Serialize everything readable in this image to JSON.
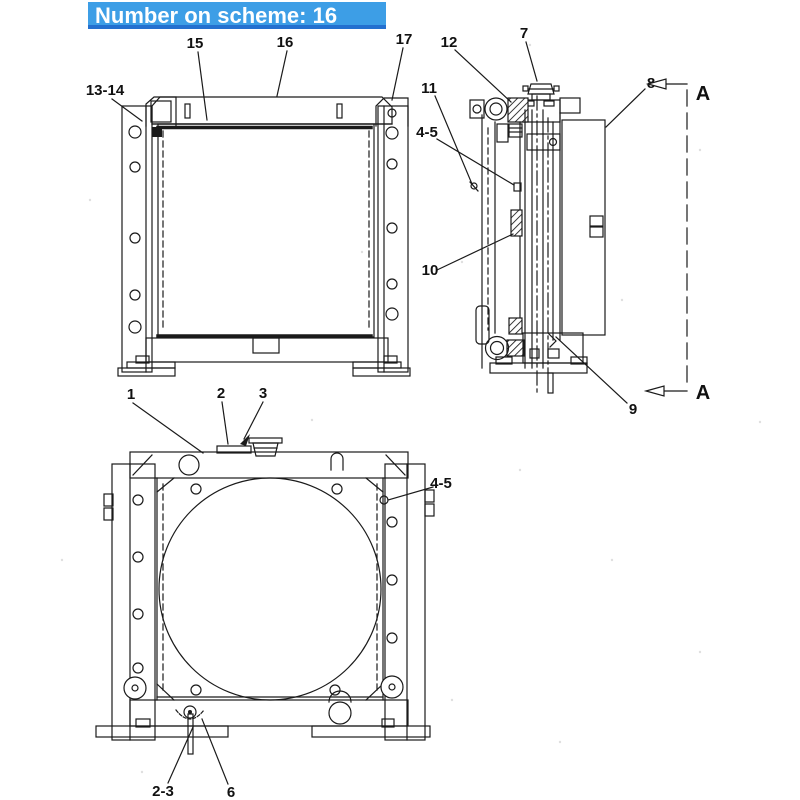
{
  "title": {
    "text": "Number on scheme: 16"
  },
  "colors": {
    "title_bg": "#3d9ee6",
    "title_underline": "#2470cf",
    "title_fg": "#ffffff",
    "line": "#1a1a1a",
    "background": "#ffffff"
  },
  "callouts": {
    "front_top": {
      "c13_14": "13-14",
      "c15": "15",
      "c16": "16",
      "c17": "17"
    },
    "side": {
      "c12": "12",
      "c7": "7",
      "c8": "8",
      "c11": "11",
      "c4_5": "4-5",
      "c10": "10",
      "c9": "9"
    },
    "front_bottom": {
      "c1": "1",
      "c2": "2",
      "c3": "3",
      "c4_5": "4-5",
      "c2_3": "2-3",
      "c6": "6"
    },
    "section": {
      "top": "A",
      "bottom": "A"
    }
  }
}
